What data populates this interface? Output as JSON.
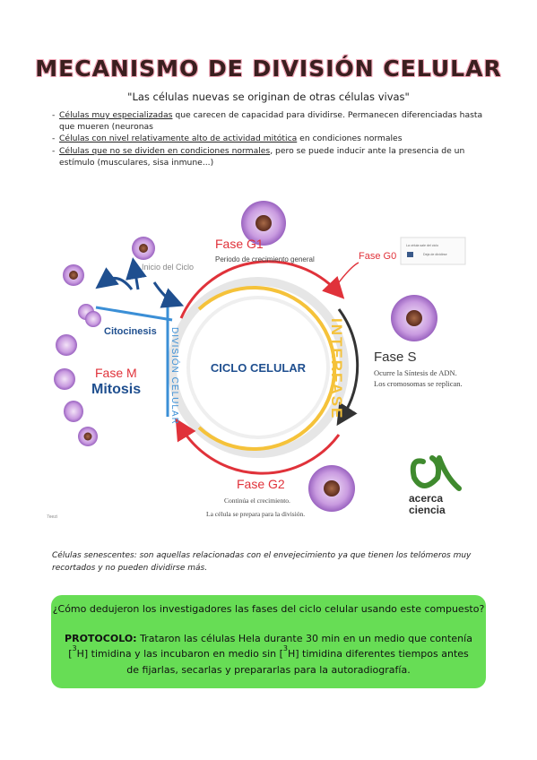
{
  "header": {
    "title": "MECANISMO DE DIVISIÓN CELULAR",
    "quote": "\"Las células nuevas se originan de otras células vivas\""
  },
  "bullets": [
    {
      "underlined": "Células muy especializadas",
      "rest": " que carecen de capacidad para dividirse. Permanecen diferenciadas hasta que mueren (neuronas"
    },
    {
      "underlined": "Células con nivel relativamente alto de actividad mitótica",
      "rest": " en condiciones normales"
    },
    {
      "underlined": "Células que no se dividen en condiciones normales",
      "rest": ", pero se puede inducir ante la presencia de un estímulo (musculares, sisa inmune...)"
    }
  ],
  "diagram": {
    "center": "CICLO CELULAR",
    "interfase": "INTERFASE",
    "division": "DIVISIÓN CELULAR",
    "inicio": "Inicio del Ciclo",
    "citocinesis": "Citocinesis",
    "fase_m": "Fase M",
    "mitosis": "Mitosis",
    "fase_g1": "Fase G1",
    "g1_desc": "Periodo de crecimiento general",
    "fase_g0": "Fase G0",
    "fase_s": "Fase S",
    "s_desc1": "Ocurre la Síntesis de ADN.",
    "s_desc2": "Los cromosomas se replican.",
    "fase_g2": "Fase G2",
    "g2_desc1": "Continúa el crecimiento.",
    "g2_desc2": "La célula se prepara para la división.",
    "logo1": "acerca",
    "logo2": "ciencia",
    "g0_box1": "La célula sale del ciclo",
    "g0_box2": "Deja de dividirse",
    "small_mark": "7eezi",
    "colors": {
      "red": "#e0323a",
      "yellow": "#f5c23a",
      "blue": "#3b8fd6",
      "navy": "#1f4f8f",
      "green": "#3f8a2e",
      "purple": "#b07ad0"
    }
  },
  "senescentes": "Células senescentes: son aquellas relacionadas con el envejecimiento ya que tienen los telómeros muy recortados y no pueden dividirse más.",
  "box": {
    "question": "¿Cómo dedujeron los investigadores las fases del ciclo celular usando este compuesto?",
    "protocol_label": "PROTOCOLO:",
    "p1": " Trataron las células Hela durante 30 min en un medio que contenía [",
    "sup1": "3",
    "p2": "H] timidina y las incubaron en medio sin [",
    "sup2": "3",
    "p3": "H] timidina diferentes tiempos antes de fijarlas, secarlas y prepararlas para la autoradiografía."
  }
}
